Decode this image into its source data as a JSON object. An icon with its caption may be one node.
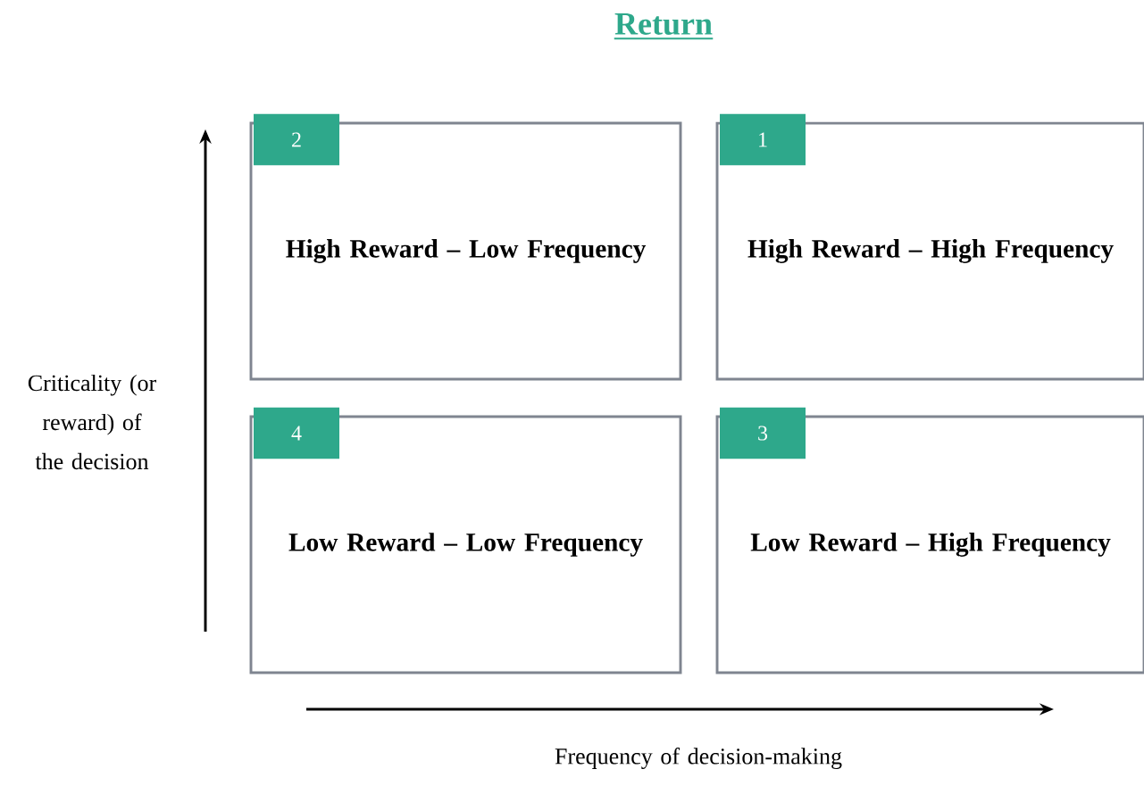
{
  "diagram": {
    "title": "Return",
    "nodes": [
      {
        "text": [
          "High Reward – Low Frequency"
        ]
      },
      {
        "text": [
          "2"
        ],
        "in": 0
      },
      {
        "text": [
          "High Reward – High Frequency"
        ]
      },
      {
        "text": [
          "1"
        ],
        "in": 2
      },
      {
        "text": [
          "Low Reward – Low Frequency"
        ]
      },
      {
        "text": [
          "4"
        ],
        "in": 4
      },
      {
        "text": [
          "Low Reward – High Frequency"
        ]
      },
      {
        "text": [
          "3"
        ],
        "in": 6
      }
    ],
    "labels": [
      "Criticality (or reward) of the decision",
      "Frequency of decision-making"
    ]
  }
}
